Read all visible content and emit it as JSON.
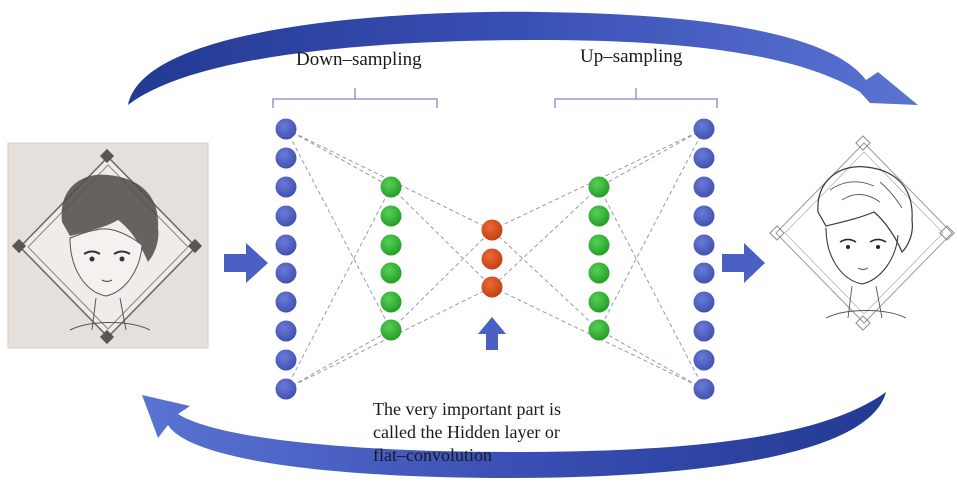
{
  "labels": {
    "downsampling": "Down–sampling",
    "upsampling": "Up–sampling"
  },
  "annotation": {
    "lines": [
      "The very important part is",
      "called the Hidden layer or",
      "flat–convolution"
    ]
  },
  "network": {
    "layers": [
      {
        "role": "input",
        "nodes": 10,
        "color": "#4a5bbf"
      },
      {
        "role": "encoder",
        "nodes": 6,
        "color": "#2fae2f"
      },
      {
        "role": "hidden",
        "nodes": 3,
        "color": "#d24a1a"
      },
      {
        "role": "decoder",
        "nodes": 6,
        "color": "#2fae2f"
      },
      {
        "role": "output",
        "nodes": 10,
        "color": "#4a5bbf"
      }
    ],
    "connection_style": "dashed"
  },
  "images": {
    "input": "pencil-sketch-portrait",
    "output": "line-art-portrait"
  },
  "colors": {
    "arrow": "#4a60c4",
    "arrow_dark": "#233a92",
    "bracket": "#7f89c8",
    "dash": "#8f9ab8"
  }
}
